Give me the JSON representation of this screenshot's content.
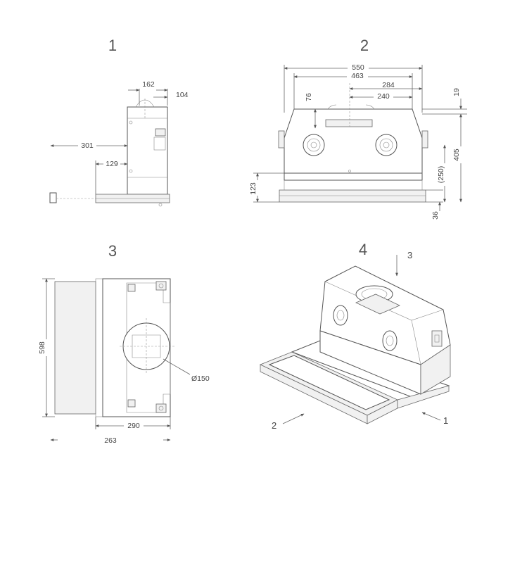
{
  "views": {
    "side": {
      "number": "1",
      "dims": {
        "d162": "162",
        "d104": "104",
        "d301": "301",
        "d129": "129"
      }
    },
    "front": {
      "number": "2",
      "dims": {
        "d550": "550",
        "d463": "463",
        "d284": "284",
        "d240": "240",
        "d76": "76",
        "d19": "19",
        "d405": "405",
        "d250": "(250)",
        "d123": "123",
        "d36": "36"
      }
    },
    "top": {
      "number": "3",
      "dims": {
        "d598": "598",
        "d290": "290",
        "d263": "263",
        "d150": "Ø150"
      }
    },
    "iso": {
      "number": "4",
      "callouts": {
        "c1": "1",
        "c2": "2",
        "c3": "3"
      }
    }
  }
}
